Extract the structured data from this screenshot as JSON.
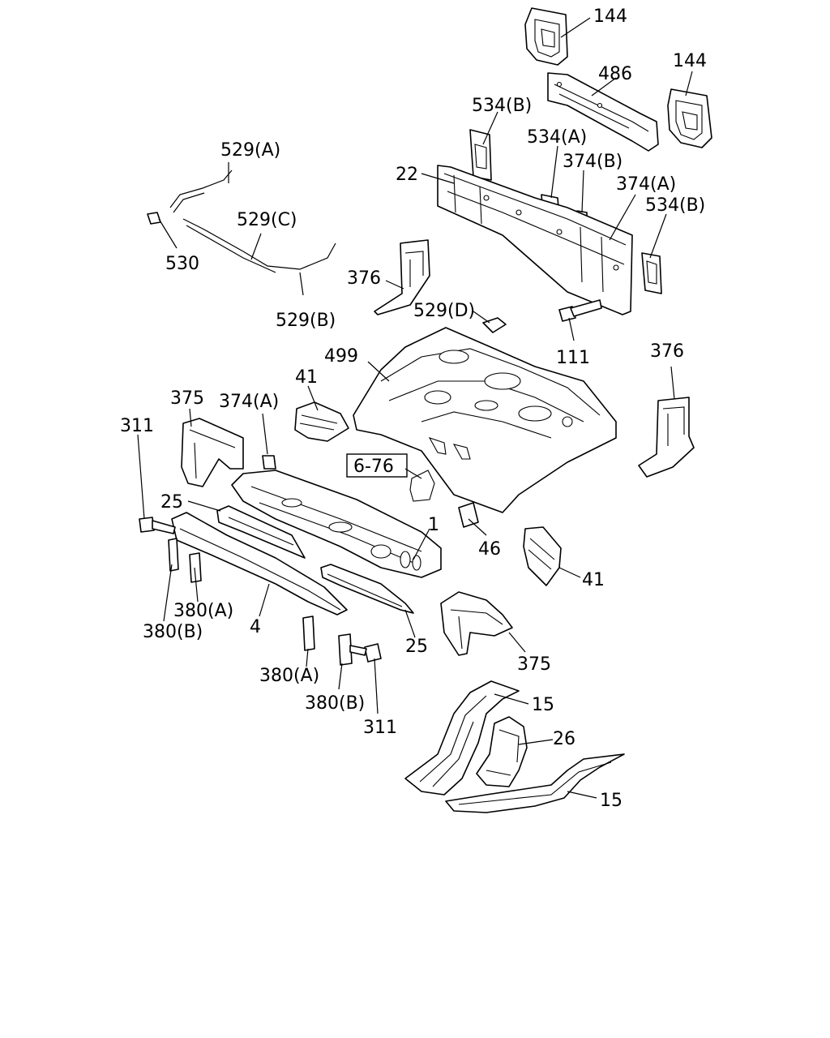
{
  "diagram": {
    "callouts": {
      "c144a": "144",
      "c486": "486",
      "c144b": "144",
      "c534b_top": "534(B)",
      "c534a": "534(A)",
      "c374b": "374(B)",
      "c529a": "529(A)",
      "c22": "22",
      "c374a_top": "374(A)",
      "c534b_right": "534(B)",
      "c529c": "529(C)",
      "c530": "530",
      "c376_left": "376",
      "c529b": "529(B)",
      "c529d": "529(D)",
      "c111": "111",
      "c499": "499",
      "c376_right": "376",
      "c41_left": "41",
      "c375_left": "375",
      "c374a_mid": "374(A)",
      "c311_left": "311",
      "c6_76": "6-76",
      "c25_left": "25",
      "c1": "1",
      "c46": "46",
      "c41_right": "41",
      "c380a_left": "380(A)",
      "c4": "4",
      "c380b_left": "380(B)",
      "c25_right": "25",
      "c375_right": "375",
      "c380a_right": "380(A)",
      "c380b_right": "380(B)",
      "c311_right": "311",
      "c15_top": "15",
      "c26": "26",
      "c15_bottom": "15"
    }
  }
}
